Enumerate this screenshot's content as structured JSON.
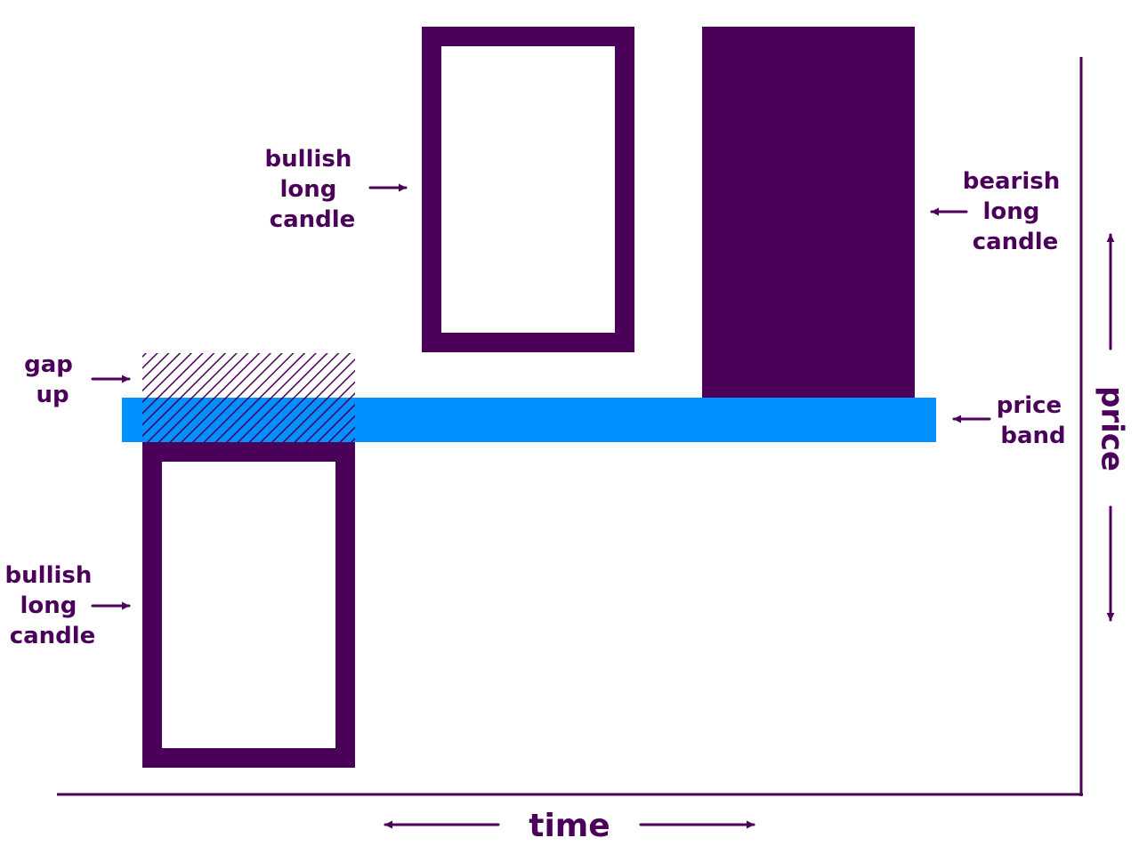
{
  "colors": {
    "purple": "#4b005a",
    "band": "#0090ff",
    "background": "#ffffff"
  },
  "labels": {
    "bullish_top": [
      "bullish",
      "long",
      "candle"
    ],
    "bearish": [
      "bearish",
      "long",
      "candle"
    ],
    "gap_up": [
      "gap",
      "up"
    ],
    "price_band": [
      "price",
      "band"
    ],
    "bullish_bottom": [
      "bullish",
      "long",
      "candle"
    ],
    "price_axis": "price",
    "time_axis": "time"
  },
  "elements": {
    "bullish_candle_top": "hollow",
    "bearish_candle": "filled",
    "bullish_candle_bottom": "hollow",
    "gap_up": "hatched",
    "price_band": "band"
  },
  "icons": [
    "arrow-right-icon",
    "arrow-left-icon",
    "arrow-up-icon",
    "arrow-down-icon"
  ]
}
